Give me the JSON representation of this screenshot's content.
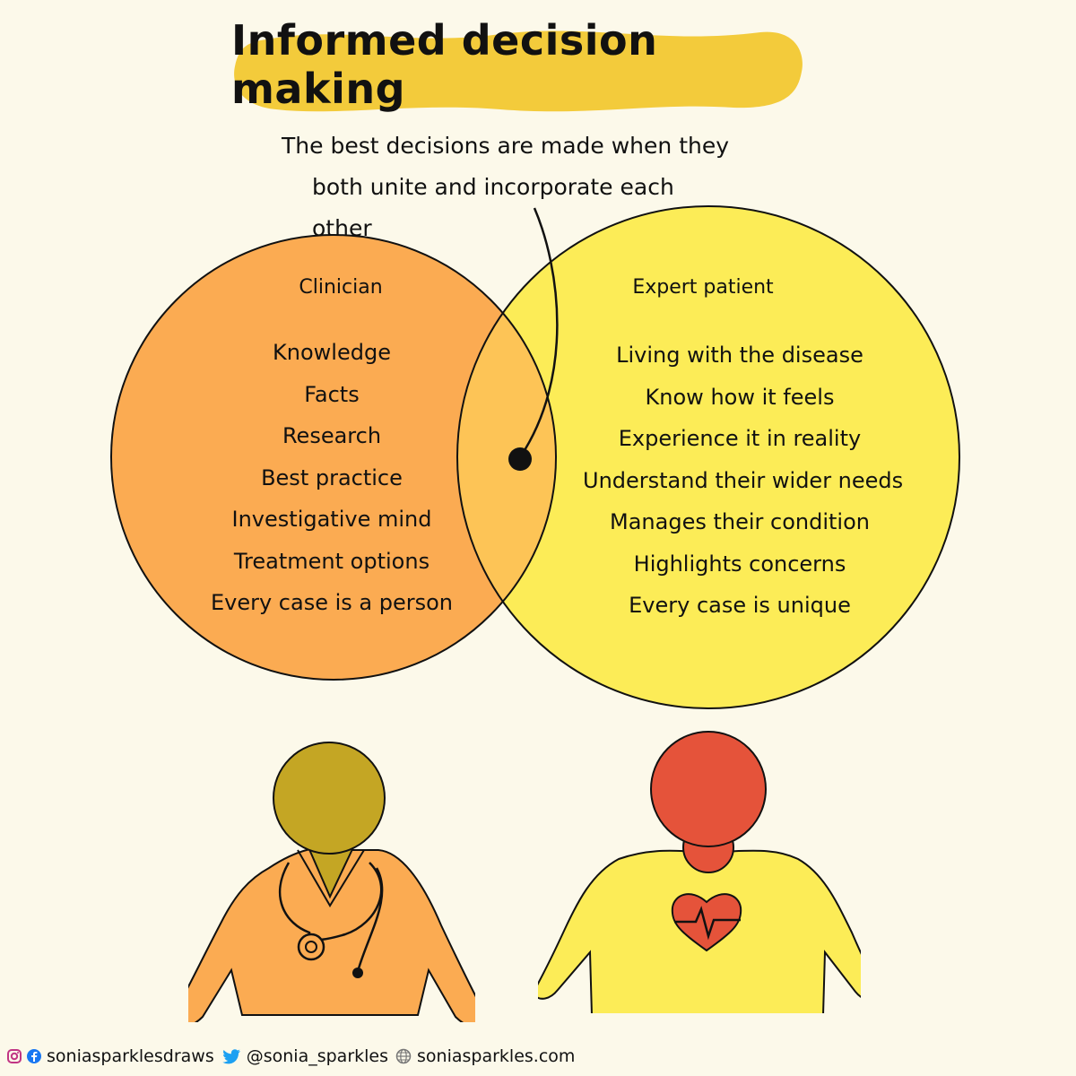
{
  "title": "Informed decision making",
  "subtitle": {
    "line1": "The best decisions are made when they",
    "line2": "both unite and incorporate each other"
  },
  "clinician": {
    "heading": "Clinician",
    "color": "#fbab52",
    "items": [
      "Knowledge",
      "Facts",
      "Research",
      "Best practice",
      "Investigative mind",
      "Treatment options",
      "Every case is a person"
    ]
  },
  "patient": {
    "heading": "Expert patient",
    "color": "#fcec57",
    "items": [
      "Living with the disease",
      "Know how it feels",
      "Experience it in reality",
      "Understand their wider needs",
      "Manages their condition",
      "Highlights concerns",
      "Every case is unique"
    ]
  },
  "colors": {
    "background": "#fcf9ea",
    "title_blob": "#f3cb3b",
    "overlap": "#fdc456",
    "clinician_head": "#c4a624",
    "patient_head": "#e5533a",
    "twitter_blue": "#1da1f2"
  },
  "figures": {
    "clinician_icons": [
      "person-icon",
      "stethoscope-icon"
    ],
    "patient_icons": [
      "person-icon",
      "heart-pulse-icon"
    ]
  },
  "footer": {
    "instagram_handle": "soniasparklesdraws",
    "twitter_handle": "@sonia_sparkles",
    "website": "soniasparkles.com"
  }
}
